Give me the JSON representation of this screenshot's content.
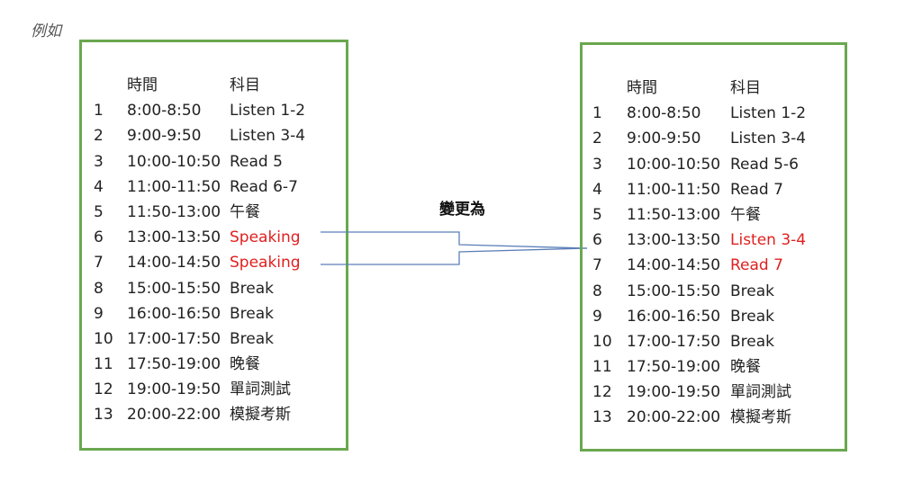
{
  "example_label": "例如",
  "change_label": "變更為",
  "colors": {
    "border": "#6aa84f",
    "highlight": "#e02020",
    "connector": "#5b7fb8"
  },
  "headers": {
    "time": "時間",
    "subject": "科目"
  },
  "before": [
    {
      "num": "1",
      "time": "8:00-8:50",
      "subject": "Listen 1-2"
    },
    {
      "num": "2",
      "time": "9:00-9:50",
      "subject": "Listen 3-4"
    },
    {
      "num": "3",
      "time": "10:00-10:50",
      "subject": "Read 5"
    },
    {
      "num": "4",
      "time": "11:00-11:50",
      "subject": "Read 6-7"
    },
    {
      "num": "5",
      "time": "11:50-13:00",
      "subject": "午餐"
    },
    {
      "num": "6",
      "time": "13:00-13:50",
      "subject": "Speaking",
      "highlight": true
    },
    {
      "num": "7",
      "time": "14:00-14:50",
      "subject": "Speaking",
      "highlight": true
    },
    {
      "num": "8",
      "time": "15:00-15:50",
      "subject": "Break"
    },
    {
      "num": "9",
      "time": "16:00-16:50",
      "subject": "Break"
    },
    {
      "num": "10",
      "time": "17:00-17:50",
      "subject": "Break"
    },
    {
      "num": "11",
      "time": "17:50-19:00",
      "subject": "晚餐"
    },
    {
      "num": "12",
      "time": "19:00-19:50",
      "subject": "單詞測試"
    },
    {
      "num": "13",
      "time": "20:00-22:00",
      "subject": "模擬考斯"
    }
  ],
  "after": [
    {
      "num": "1",
      "time": "8:00-8:50",
      "subject": "Listen 1-2"
    },
    {
      "num": "2",
      "time": "9:00-9:50",
      "subject": "Listen 3-4"
    },
    {
      "num": "3",
      "time": "10:00-10:50",
      "subject": "Read 5-6"
    },
    {
      "num": "4",
      "time": "11:00-11:50",
      "subject": "Read 7"
    },
    {
      "num": "5",
      "time": "11:50-13:00",
      "subject": "午餐"
    },
    {
      "num": "6",
      "time": "13:00-13:50",
      "subject": "Listen 3-4",
      "highlight": true
    },
    {
      "num": "7",
      "time": "14:00-14:50",
      "subject": "Read 7",
      "highlight": true
    },
    {
      "num": "8",
      "time": "15:00-15:50",
      "subject": "Break"
    },
    {
      "num": "9",
      "time": "16:00-16:50",
      "subject": "Break"
    },
    {
      "num": "10",
      "time": "17:00-17:50",
      "subject": "Break"
    },
    {
      "num": "11",
      "time": "17:50-19:00",
      "subject": "晚餐"
    },
    {
      "num": "12",
      "time": "19:00-19:50",
      "subject": "單詞測試"
    },
    {
      "num": "13",
      "time": "20:00-22:00",
      "subject": "模擬考斯"
    }
  ]
}
